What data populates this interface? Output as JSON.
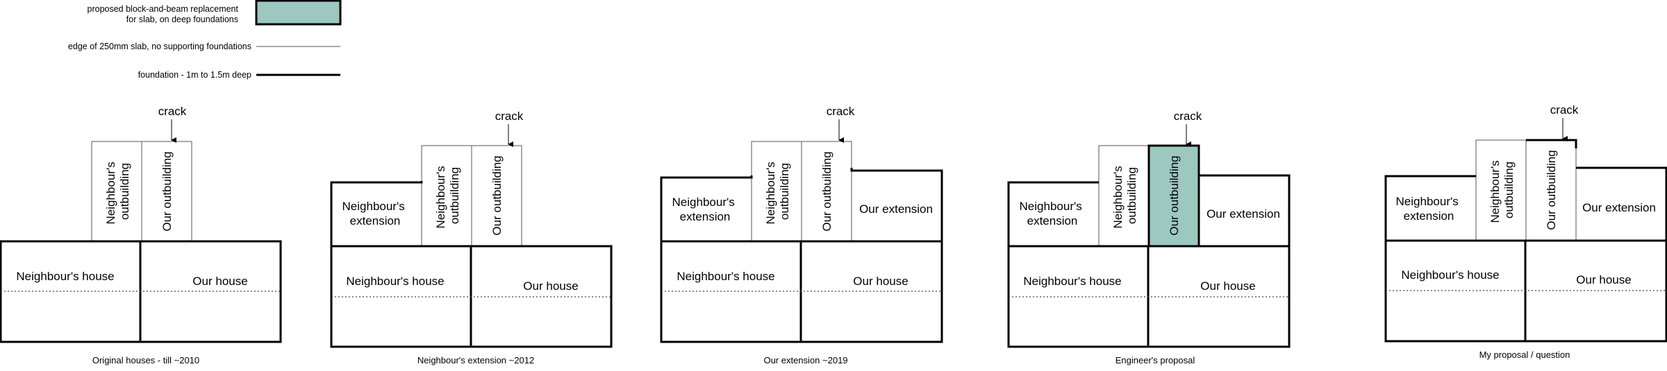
{
  "legend": {
    "proposed_label_line1": "proposed block-and-beam replacement",
    "proposed_label_line2": "for slab, on deep foundations",
    "slab_edge_label": "edge of 250mm slab, no supporting foundations",
    "foundation_label": "foundation - 1m to 1.5m deep",
    "swatch_color": "#9cc8c0"
  },
  "labels": {
    "crack": "crack",
    "neighbours_outbuilding_line1": "Neighbour's",
    "neighbours_outbuilding_line2": "outbuilding",
    "our_outbuilding": "Our outbuilding",
    "neighbours_extension_line1": "Neighbour's",
    "neighbours_extension_line2": "extension",
    "our_extension": "Our extension",
    "neighbours_house": "Neighbour's house",
    "our_house": "Our house"
  },
  "panels": [
    {
      "caption": "Original houses - till ~2010"
    },
    {
      "caption": "Neighbour's extension ~2012"
    },
    {
      "caption": "Our extension ~2019"
    },
    {
      "caption": "Engineer's proposal"
    },
    {
      "caption": "My proposal / question"
    }
  ]
}
